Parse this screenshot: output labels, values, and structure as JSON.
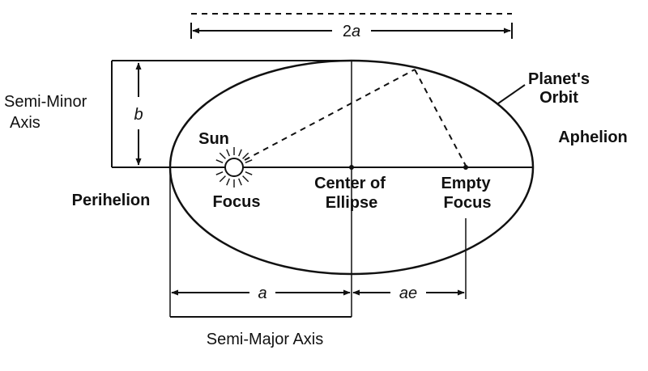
{
  "labels": {
    "two_a": "2a",
    "semi_minor_line1": "Semi-Minor",
    "semi_minor_line2": "Axis",
    "b": "b",
    "planets_orbit_line1": "Planet's",
    "planets_orbit_line2": "Orbit",
    "sun": "Sun",
    "aphelion": "Aphelion",
    "perihelion": "Perihelion",
    "focus": "Focus",
    "center_line1": "Center of",
    "center_line2": "Ellipse",
    "empty_focus_line1": "Empty",
    "empty_focus_line2": "Focus",
    "a": "a",
    "ae": "ae",
    "semi_major": "Semi-Major Axis"
  },
  "colors": {
    "ink": "#111111",
    "background": "#ffffff"
  }
}
